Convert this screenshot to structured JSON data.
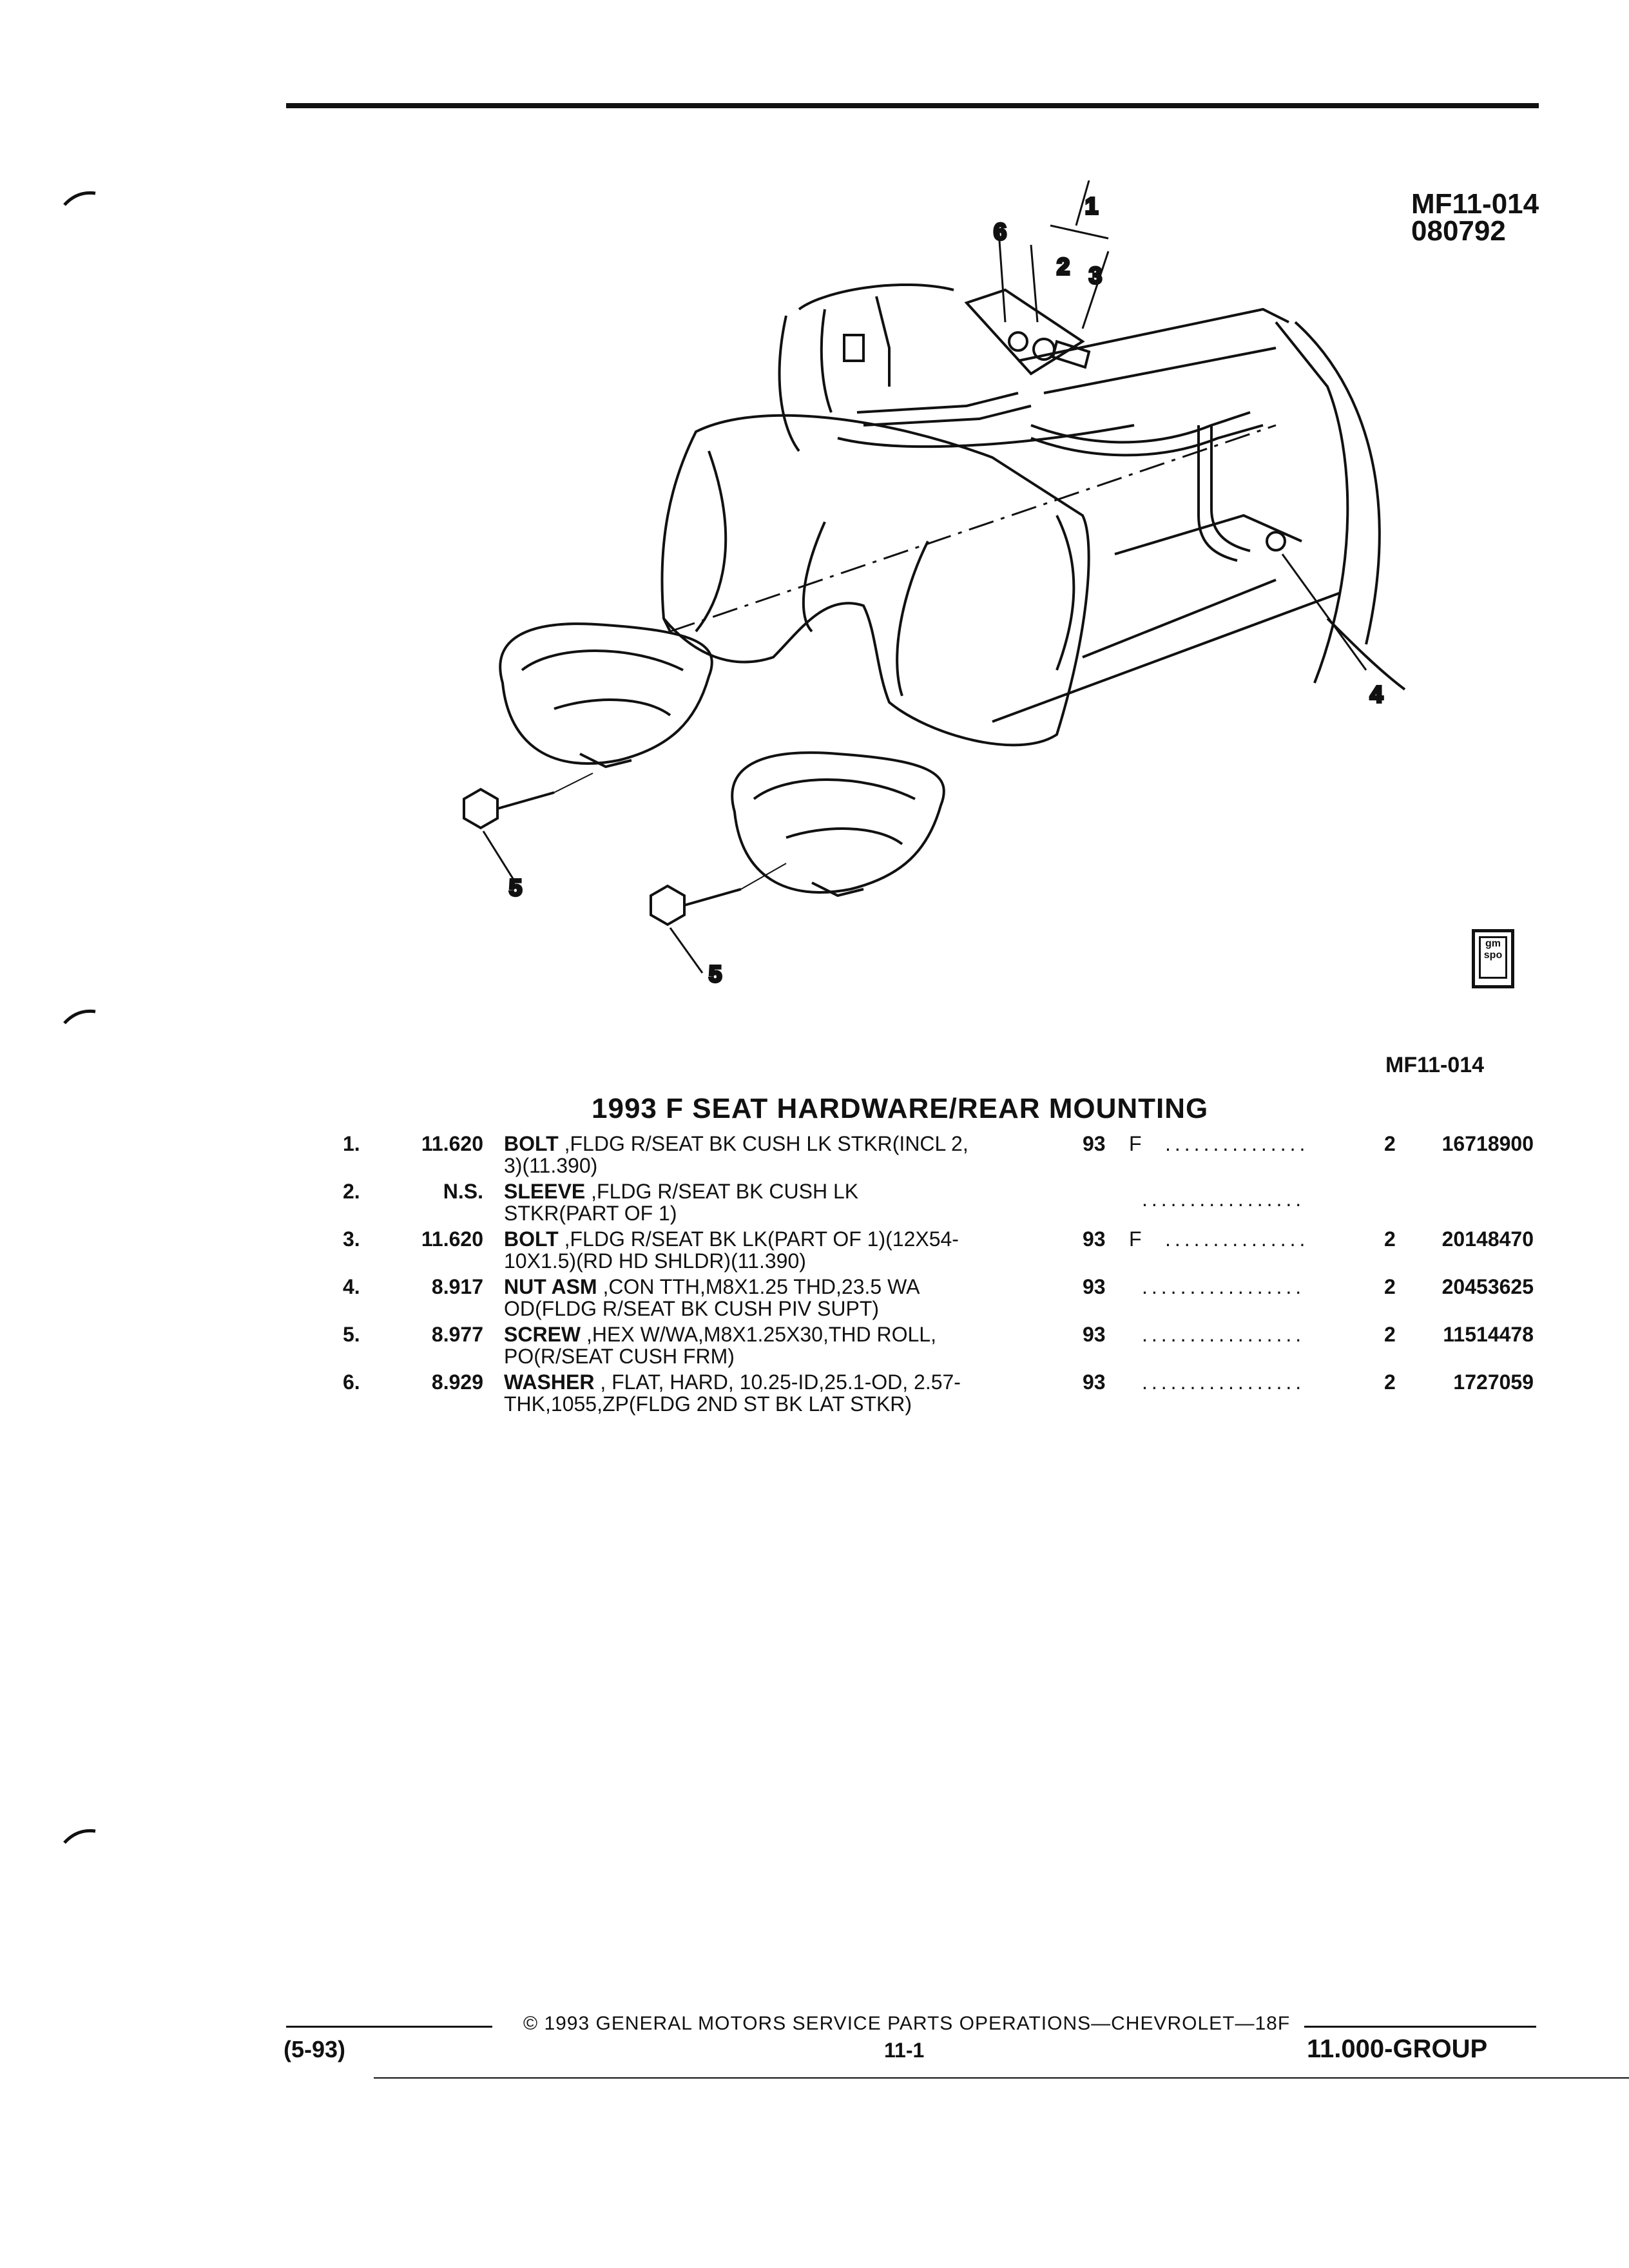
{
  "header": {
    "figure_ref": "MF11-014",
    "figure_date": "080792"
  },
  "illustration": {
    "callouts": [
      "1",
      "6",
      "2",
      "3",
      "4",
      "5",
      "5"
    ],
    "logo_text": [
      "gm",
      "spo"
    ]
  },
  "caption": "MF11-014",
  "section_title": "1993 F SEAT HARDWARE/REAR MOUNTING",
  "parts": [
    {
      "num": "1.",
      "group": "11.620",
      "name": "BOLT",
      "desc1": " ,FLDG R/SEAT BK CUSH LK STKR(INCL 2,",
      "desc2": "3)(11.390)",
      "year": "93",
      "model": "F",
      "dots": "...............",
      "qty": "2",
      "part_no": "16718900"
    },
    {
      "num": "2.",
      "group": "N.S.",
      "name": "SLEEVE",
      "desc1": " ,FLDG R/SEAT BK CUSH LK",
      "desc2": "STKR(PART OF 1)",
      "year": "",
      "model": "",
      "dots": ".................",
      "qty": "",
      "part_no": ""
    },
    {
      "num": "3.",
      "group": "11.620",
      "name": "BOLT",
      "desc1": " ,FLDG R/SEAT BK LK(PART OF 1)(12X54-",
      "desc2": "10X1.5)(RD HD SHLDR)(11.390)",
      "year": "93",
      "model": "F",
      "dots": "...............",
      "qty": "2",
      "part_no": "20148470"
    },
    {
      "num": "4.",
      "group": "8.917",
      "name": "NUT ASM",
      "desc1": " ,CON TTH,M8X1.25 THD,23.5 WA",
      "desc2": "OD(FLDG R/SEAT BK CUSH PIV SUPT)",
      "year": "93",
      "model": "",
      "dots": ".................",
      "qty": "2",
      "part_no": "20453625"
    },
    {
      "num": "5.",
      "group": "8.977",
      "name": "SCREW",
      "desc1": " ,HEX W/WA,M8X1.25X30,THD ROLL,",
      "desc2": "PO(R/SEAT CUSH FRM)",
      "year": "93",
      "model": "",
      "dots": ".................",
      "qty": "2",
      "part_no": "11514478"
    },
    {
      "num": "6.",
      "group": "8.929",
      "name": "WASHER",
      "desc1": " , FLAT, HARD, 10.25-ID,25.1-OD, 2.57-",
      "desc2": "THK,1055,ZP(FLDG 2ND ST BK LAT STKR)",
      "year": "93",
      "model": "",
      "dots": ".................",
      "qty": "2",
      "part_no": "1727059"
    }
  ],
  "footer": {
    "copyright": "©  1993  GENERAL MOTORS SERVICE PARTS OPERATIONS—CHEVROLET—18F",
    "date_code": "(5-93)",
    "page": "11-1",
    "group": "11.000-GROUP"
  }
}
